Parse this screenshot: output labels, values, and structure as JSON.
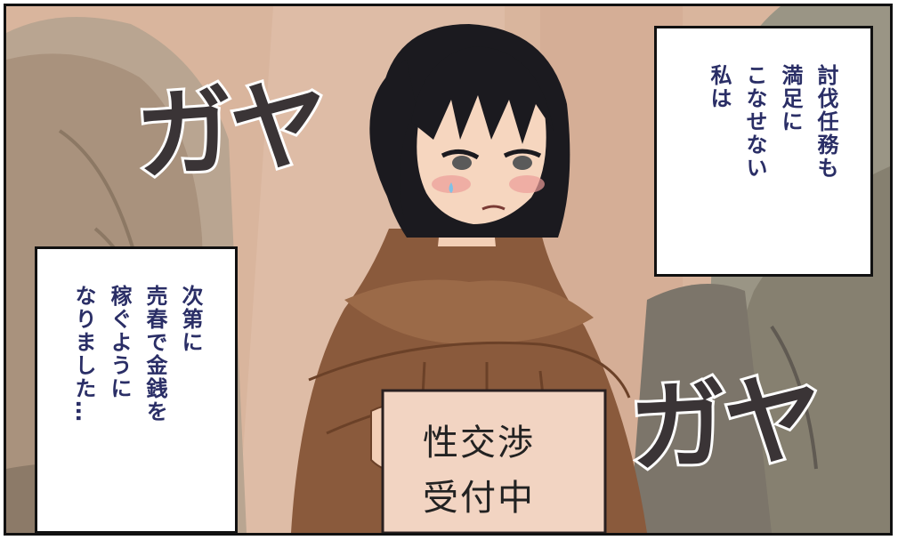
{
  "caption_right": {
    "lines": [
      "討伐任務も",
      "満足に",
      "こなせない",
      "私は"
    ]
  },
  "caption_left": {
    "lines": [
      "次第に",
      "売春で金銭を",
      "稼ぐように",
      "なりました…"
    ]
  },
  "sfx_top": "ガヤ",
  "sfx_bottom": "ガヤ",
  "sign": {
    "line1": "性交渉",
    "line2": "受付中"
  },
  "colors": {
    "background": "#d9b7a0",
    "cloak": "#8a5a3c",
    "hair": "#1b1a1f",
    "caption_text": "#2a2e66",
    "sfx": "#3a3436",
    "sign": "#f2d4c2"
  }
}
